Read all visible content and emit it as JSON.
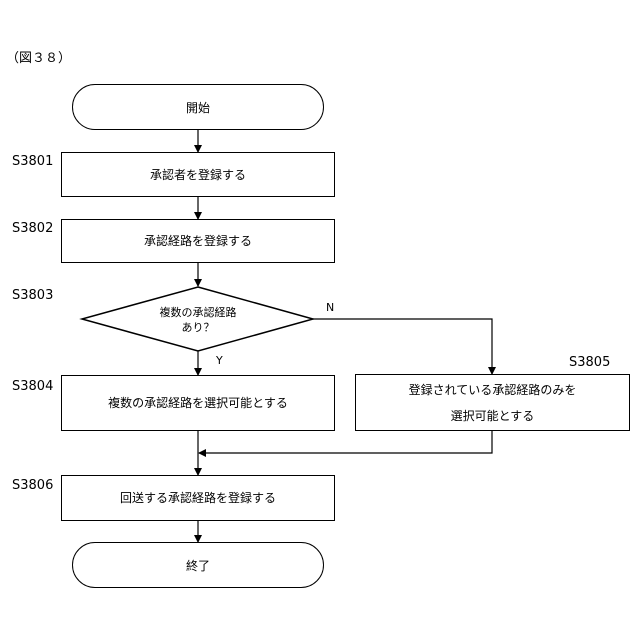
{
  "figure_label": "（図３８）",
  "nodes": {
    "start": "開始",
    "s3801": {
      "step": "S3801",
      "text": "承認者を登録する"
    },
    "s3802": {
      "step": "S3802",
      "text": "承認経路を登録する"
    },
    "s3803": {
      "step": "S3803",
      "line1": "複数の承認経路",
      "line2": "あり？"
    },
    "s3804": {
      "step": "S3804",
      "text": "複数の承認経路を選択可能とする"
    },
    "s3805": {
      "step": "S3805",
      "line1": "登録されている承認経路のみを",
      "line2": "選択可能とする"
    },
    "s3806": {
      "step": "S3806",
      "text": "回送する承認経路を登録する"
    },
    "end": "終了"
  },
  "branches": {
    "yes": "Y",
    "no": "N"
  }
}
